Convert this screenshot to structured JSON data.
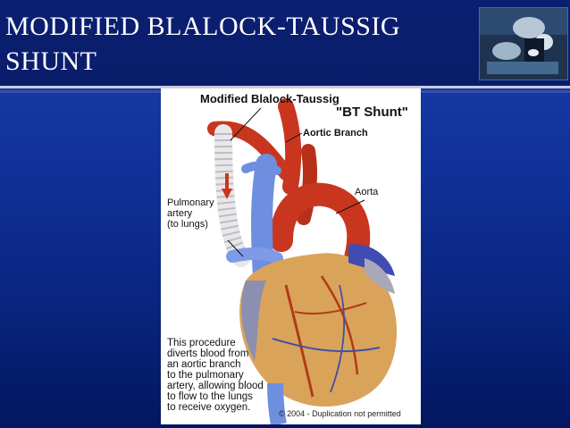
{
  "slide": {
    "title_lines": [
      "MODIFIED BLALOCK-TAUSSIG",
      "SHUNT"
    ]
  },
  "photo": {
    "icon": "surgeons-photo-icon"
  },
  "figure": {
    "title": "Modified Blalock-Taussig",
    "bt_label": "\"BT Shunt\"",
    "aortic_branch_label": "Aortic Branch",
    "aorta_label": "Aorta",
    "pulmonary_lines": [
      "Pulmonary",
      "artery",
      "(to lungs)"
    ],
    "description_lines": [
      "This procedure",
      "diverts blood from",
      "an aortic branch",
      "to the pulmonary",
      "artery, allowing blood",
      "to flow to the lungs",
      "to receive oxygen."
    ],
    "copyright": "© 2004 - Duplication not permitted"
  },
  "colors": {
    "background": "#0f2f96",
    "title_bar": "#0a1d6a",
    "aorta_red": "#c8361f",
    "vein_blue": "#6e8fe0",
    "heart_gold": "#d9a45a"
  }
}
